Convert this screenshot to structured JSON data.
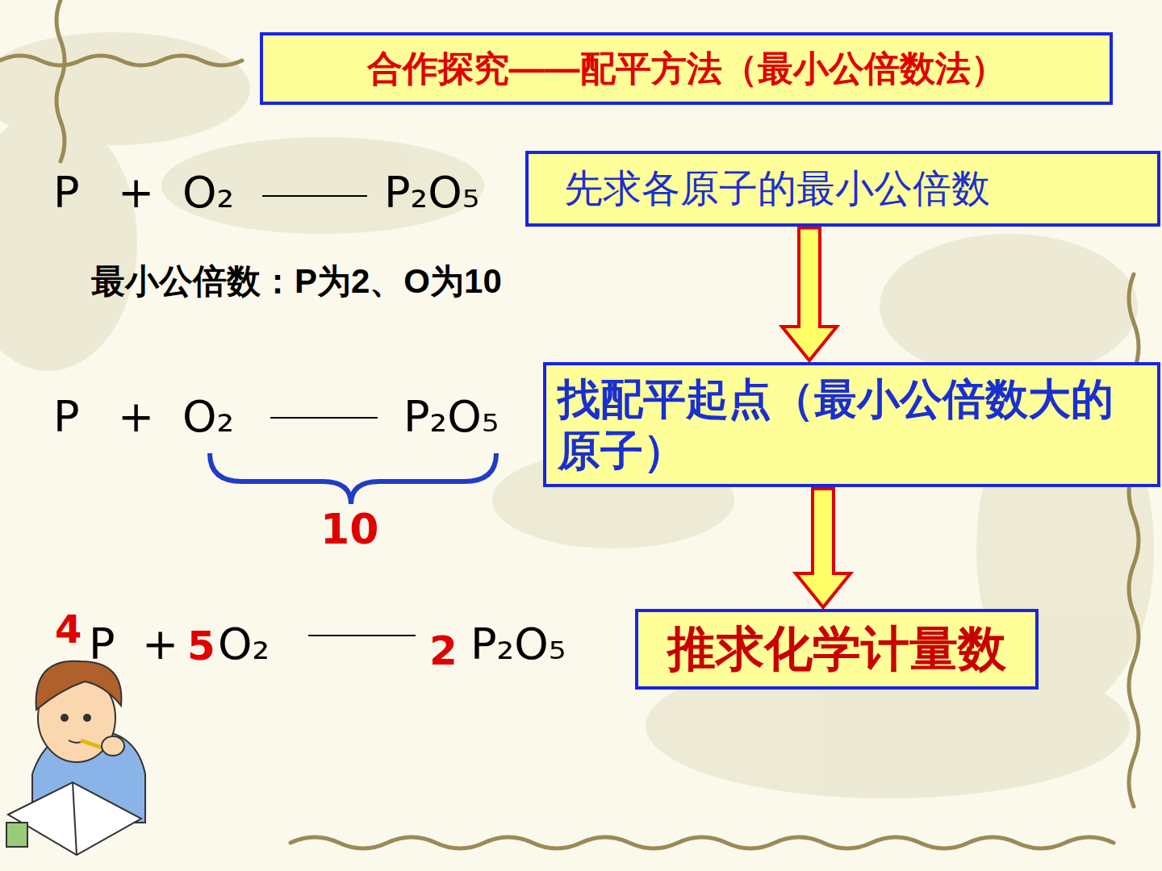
{
  "diagram": {
    "title": "合作探究——配平方法（最小公倍数法）",
    "nodes": [
      {
        "text": [
          "先求各原子的最小公倍数"
        ]
      },
      {
        "text": [
          "找配平起点（最小公倍数大的原子）"
        ]
      },
      {
        "text": [
          "推求化学计量数"
        ]
      }
    ],
    "edges": [
      {
        "from": 0,
        "to": 1,
        "arrow": "to"
      },
      {
        "from": 1,
        "to": 2,
        "arrow": "to"
      }
    ],
    "labels": [
      "P",
      "+",
      "O₂",
      "P₂O₅",
      "最小公倍数：P为2、O为10",
      "P",
      "+",
      "O₂",
      "P₂O₅",
      "10",
      "4",
      "P",
      "+",
      "5",
      "O₂",
      "2",
      "P₂O₅"
    ]
  }
}
